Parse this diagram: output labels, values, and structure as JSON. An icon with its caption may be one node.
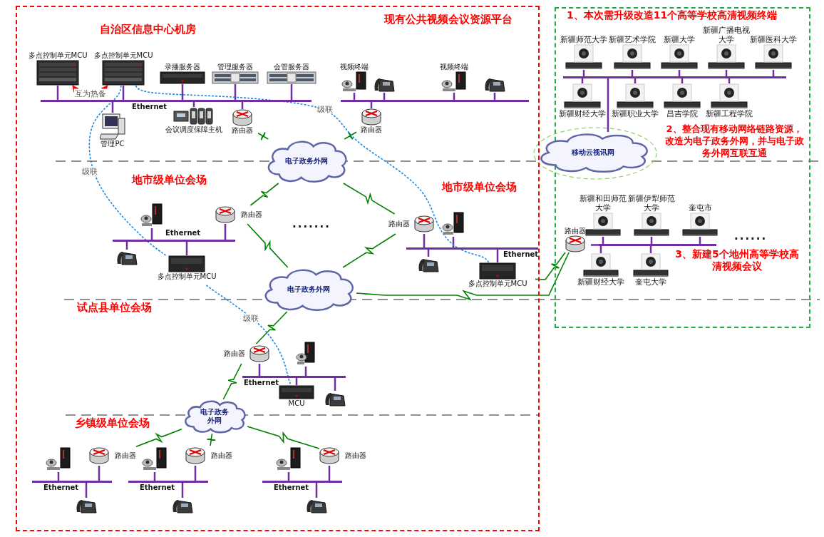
{
  "diagram": {
    "nodes": [
      {
        "text": [
          "现有公共视频会议资源平台"
        ]
      },
      {
        "text": [],
        "shape": "box"
      },
      {
        "text": [
          "多点控制单元MCU"
        ],
        "in": 0
      },
      {
        "text": [
          "多点控制单元MCU"
        ],
        "in": 0
      },
      {
        "text": [
          "录播服务器"
        ],
        "in": 0
      },
      {
        "text": [
          "管理服务器"
        ],
        "in": 0
      },
      {
        "text": [
          "会管服务器"
        ],
        "in": 0
      },
      {
        "text": [
          "Ethernet"
        ],
        "in": 0
      },
      {
        "text": [
          "管理PC"
        ],
        "in": 0
      },
      {
        "text": [
          "会议调度保障主机"
        ],
        "in": 0
      },
      {
        "text": [
          "路由器"
        ],
        "in": 0
      },
      {
        "text": [
          "视频终端"
        ],
        "in": 0
      },
      {
        "text": [],
        "shape": "picture",
        "in": 0
      },
      {
        "text": [
          "视频终端"
        ],
        "in": 0
      },
      {
        "text": [],
        "shape": "picture",
        "in": 0
      },
      {
        "text": [],
        "shape": "bar",
        "in": 0
      },
      {
        "text": [
          "路由器"
        ],
        "in": 0
      },
      {
        "text": [
          "电子政务外网"
        ],
        "in": 0
      },
      {
        "text": [
          "移动云视讯网"
        ]
      },
      {
        "text": [
          "新疆师范大学"
        ],
        "in": 1
      },
      {
        "text": [
          "新疆艺术学院"
        ],
        "in": 1
      },
      {
        "text": [
          "新疆大学"
        ],
        "in": 1
      },
      {
        "text": [
          "新疆广播电视大学"
        ],
        "in": 1
      },
      {
        "text": [
          "新疆医科大学"
        ],
        "in": 1
      },
      {
        "text": [],
        "shape": "bar",
        "in": 1
      },
      {
        "text": [
          "新疆财经大学"
        ],
        "in": 1
      },
      {
        "text": [
          "新疆职业大学"
        ],
        "in": 1
      },
      {
        "text": [
          "昌吉学院"
        ],
        "in": 1
      },
      {
        "text": [
          "新疆工程学院"
        ],
        "in": 1
      },
      {
        "text": [],
        "shape": "picture",
        "in": 0
      },
      {
        "text": [
          "路由器"
        ],
        "in": 0
      },
      {
        "text": [
          "Ethernet"
        ],
        "in": 0
      },
      {
        "text": [],
        "shape": "picture",
        "in": 0
      },
      {
        "text": [
          "多点控制单元MCU"
        ],
        "in": 0
      },
      {
        "text": [
          "电子政务外网"
        ],
        "in": 0
      },
      {
        "text": [
          "路由器"
        ],
        "in": 0
      },
      {
        "text": [],
        "shape": "picture",
        "in": 0
      },
      {
        "text": [
          "Ethernet"
        ],
        "in": 0
      },
      {
        "text": [],
        "shape": "picture",
        "in": 0
      },
      {
        "text": [
          "多点控制单元MCU"
        ],
        "in": 0
      },
      {
        "text": [
          "路由器"
        ],
        "in": 1
      },
      {
        "text": [
          "新疆和田师范大学"
        ],
        "in": 1
      },
      {
        "text": [
          "新疆伊犁师范大学"
        ],
        "in": 1
      },
      {
        "text": [
          "奎屯市"
        ],
        "in": 1
      },
      {
        "text": [],
        "shape": "bar",
        "in": 1
      },
      {
        "text": [
          "新疆财经大学"
        ],
        "in": 1
      },
      {
        "text": [
          "奎屯大学"
        ],
        "in": 1
      },
      {
        "text": [
          "路由器"
        ],
        "in": 0
      },
      {
        "text": [],
        "shape": "picture",
        "in": 0
      },
      {
        "text": [
          "Ethernet"
        ],
        "in": 0
      },
      {
        "text": [
          "MCU"
        ],
        "in": 0
      },
      {
        "text": [],
        "shape": "picture",
        "in": 0
      },
      {
        "text": [
          "电子政务外网"
        ],
        "in": 0
      },
      {
        "text": [],
        "shape": "picture",
        "in": 0
      },
      {
        "text": [
          "路由器"
        ],
        "in": 0
      },
      {
        "text": [
          "Ethernet"
        ],
        "in": 0
      },
      {
        "text": [],
        "shape": "picture",
        "in": 0
      },
      {
        "text": [],
        "shape": "picture",
        "in": 0
      },
      {
        "text": [
          "路由器"
        ],
        "in": 0
      },
      {
        "text": [
          "Ethernet"
        ],
        "in": 0
      },
      {
        "text": [],
        "shape": "picture",
        "in": 0
      },
      {
        "text": [],
        "shape": "picture",
        "in": 0
      },
      {
        "text": [
          "路由器"
        ],
        "in": 0
      },
      {
        "text": [
          "Ethernet"
        ],
        "in": 0
      },
      {
        "text": [],
        "shape": "picture",
        "in": 0
      }
    ],
    "edges": [
      {
        "from": 2,
        "to": 7,
        "arrow": "none"
      },
      {
        "from": 3,
        "to": 7,
        "arrow": "none"
      },
      {
        "from": 4,
        "to": 7,
        "arrow": "none"
      },
      {
        "from": 5,
        "to": 7,
        "arrow": "none"
      },
      {
        "from": 6,
        "to": 7,
        "arrow": "none"
      },
      {
        "from": 8,
        "to": 7,
        "arrow": "none"
      },
      {
        "from": 9,
        "to": 7,
        "arrow": "none"
      },
      {
        "from": 10,
        "to": 7,
        "arrow": "none"
      },
      {
        "from": 11,
        "to": 15,
        "arrow": "none"
      },
      {
        "from": 12,
        "to": 15,
        "arrow": "none"
      },
      {
        "from": 13,
        "to": 15,
        "arrow": "none"
      },
      {
        "from": 14,
        "to": 15,
        "arrow": "none"
      },
      {
        "from": 16,
        "to": 15,
        "arrow": "none"
      },
      {
        "from": 19,
        "to": 24,
        "arrow": "none"
      },
      {
        "from": 20,
        "to": 24,
        "arrow": "none"
      },
      {
        "from": 21,
        "to": 24,
        "arrow": "none"
      },
      {
        "from": 22,
        "to": 24,
        "arrow": "none"
      },
      {
        "from": 23,
        "to": 24,
        "arrow": "none"
      },
      {
        "from": 25,
        "to": 24,
        "arrow": "none"
      },
      {
        "from": 26,
        "to": 24,
        "arrow": "none"
      },
      {
        "from": 27,
        "to": 24,
        "arrow": "none"
      },
      {
        "from": 28,
        "to": 24,
        "arrow": "none"
      },
      {
        "from": 24,
        "to": 18,
        "arrow": "none"
      },
      {
        "from": 29,
        "to": 31,
        "arrow": "none"
      },
      {
        "from": 30,
        "to": 31,
        "arrow": "none"
      },
      {
        "from": 32,
        "to": 31,
        "arrow": "none"
      },
      {
        "from": 33,
        "to": 31,
        "arrow": "none"
      },
      {
        "from": 35,
        "to": 37,
        "arrow": "none"
      },
      {
        "from": 36,
        "to": 37,
        "arrow": "none"
      },
      {
        "from": 38,
        "to": 37,
        "arrow": "none"
      },
      {
        "from": 39,
        "to": 37,
        "arrow": "none"
      },
      {
        "from": 40,
        "to": 44,
        "arrow": "none"
      },
      {
        "from": 41,
        "to": 44,
        "arrow": "none"
      },
      {
        "from": 42,
        "to": 44,
        "arrow": "none"
      },
      {
        "from": 43,
        "to": 44,
        "arrow": "none"
      },
      {
        "from": 45,
        "to": 44,
        "arrow": "none"
      },
      {
        "from": 46,
        "to": 44,
        "arrow": "none"
      },
      {
        "from": 47,
        "to": 49,
        "arrow": "none"
      },
      {
        "from": 48,
        "to": 49,
        "arrow": "none"
      },
      {
        "from": 50,
        "to": 49,
        "arrow": "none"
      },
      {
        "from": 51,
        "to": 49,
        "arrow": "none"
      },
      {
        "from": 53,
        "to": 55,
        "arrow": "none"
      },
      {
        "from": 54,
        "to": 55,
        "arrow": "none"
      },
      {
        "from": 56,
        "to": 55,
        "arrow": "none"
      },
      {
        "from": 57,
        "to": 59,
        "arrow": "none"
      },
      {
        "from": 58,
        "to": 59,
        "arrow": "none"
      },
      {
        "from": 60,
        "to": 59,
        "arrow": "none"
      },
      {
        "from": 61,
        "to": 63,
        "arrow": "none"
      },
      {
        "from": 62,
        "to": 63,
        "arrow": "none"
      },
      {
        "from": 64,
        "to": 63,
        "arrow": "none"
      },
      {
        "from": 10,
        "to": 17,
        "arrow": "none",
        "color": "#008000"
      },
      {
        "from": 16,
        "to": 17,
        "arrow": "none",
        "color": "#008000"
      },
      {
        "from": 17,
        "to": 30,
        "arrow": "none",
        "color": "#008000"
      },
      {
        "from": 17,
        "to": 35,
        "arrow": "none",
        "color": "#008000"
      },
      {
        "from": 30,
        "to": 34,
        "arrow": "none",
        "color": "#008000"
      },
      {
        "from": 35,
        "to": 34,
        "arrow": "none",
        "color": "#008000"
      },
      {
        "from": 34,
        "to": 40,
        "arrow": "none",
        "color": "#008000"
      },
      {
        "from": 39,
        "to": 40,
        "arrow": "none",
        "color": "#008000"
      },
      {
        "from": 34,
        "to": 47,
        "arrow": "none",
        "color": "#008000"
      },
      {
        "from": 47,
        "to": 52,
        "arrow": "none",
        "color": "#008000"
      },
      {
        "from": 52,
        "to": 54,
        "arrow": "none",
        "color": "#008000"
      },
      {
        "from": 52,
        "to": 58,
        "arrow": "none",
        "color": "#008000"
      },
      {
        "from": 52,
        "to": 62,
        "arrow": "none",
        "color": "#008000"
      },
      {
        "from": 2,
        "to": 3,
        "arrow": "both",
        "label": "互为热备",
        "style": "dashed",
        "color": "#ff0000"
      },
      {
        "from": 3,
        "to": 33,
        "arrow": "none",
        "label": "级联",
        "style": "dashed",
        "color": "#1e88e5"
      },
      {
        "from": 33,
        "to": 50,
        "arrow": "none",
        "label": "级联",
        "style": "dashed",
        "color": "#1e88e5"
      },
      {
        "from": 3,
        "to": 39,
        "arrow": "none",
        "label": "级联",
        "style": "dashed",
        "color": "#1e88e5"
      }
    ],
    "labels": [
      "1、本次需升级改造11个高等学校高清视频终端",
      "自治区信息中心机房",
      "2、整合现有移动网络链路资源，改造为电子政务外网，并与电子政务外网互联互通",
      "地市级单位会场",
      "地市级单位会场",
      ".......",
      "......",
      "3、新建5个地州高等学校高清视频会议",
      "试点县单位会场",
      "乡镇级单位会场"
    ]
  }
}
